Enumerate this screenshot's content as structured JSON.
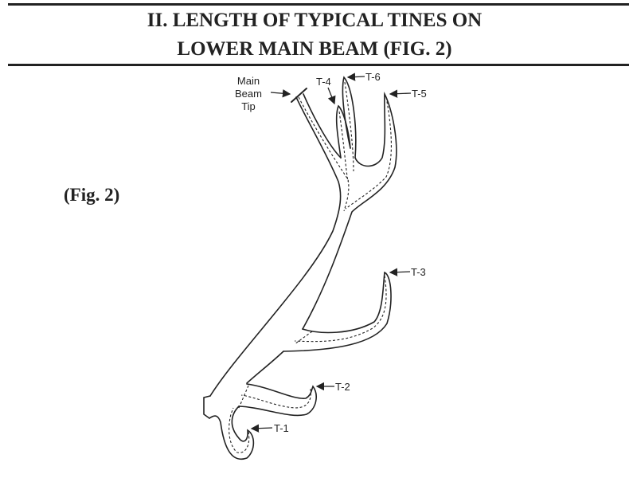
{
  "header": {
    "title_line1": "II. LENGTH OF TYPICAL TINES ON",
    "title_line2": "LOWER MAIN BEAM (FIG. 2)"
  },
  "figure_label": "(Fig. 2)",
  "diagram": {
    "labels": {
      "main_beam_1": "Main",
      "main_beam_2": "Beam",
      "main_beam_3": "Tip",
      "t1": "T-1",
      "t2": "T-2",
      "t3": "T-3",
      "t4": "T-4",
      "t5": "T-5",
      "t6": "T-6"
    }
  }
}
